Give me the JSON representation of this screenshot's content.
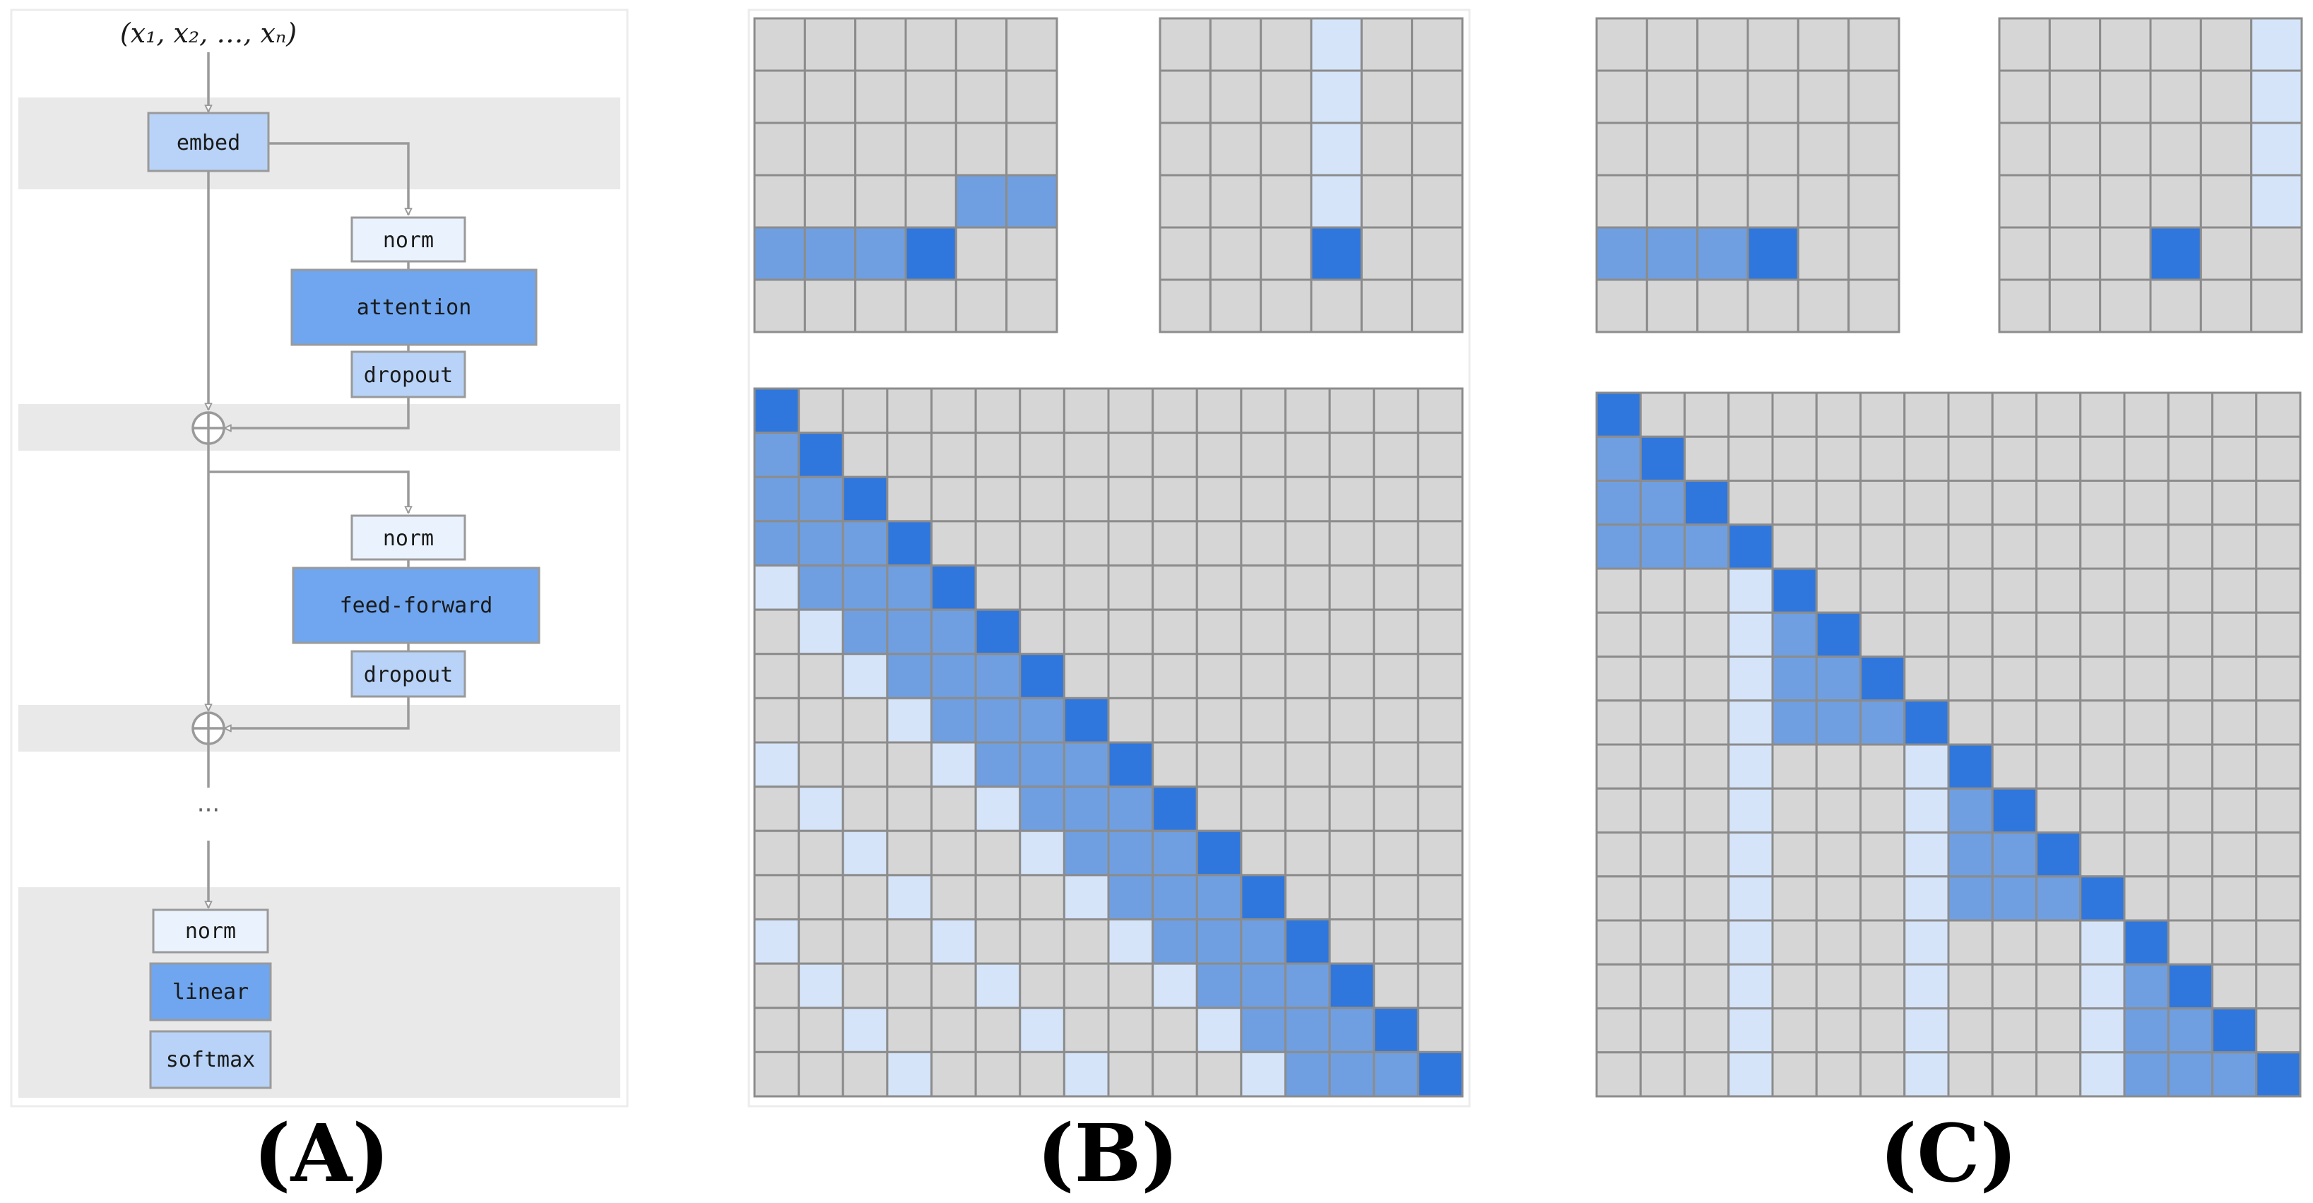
{
  "panel_a": {
    "input_label": "(x₁, x₂, …, xₙ)",
    "blocks": {
      "embed": "embed",
      "norm_1": "norm",
      "attention": "attention",
      "dropout_1": "dropout",
      "norm_2": "norm",
      "feed_forward": "feed-forward",
      "dropout_2": "dropout",
      "norm_3": "norm",
      "linear": "linear",
      "softmax": "softmax"
    },
    "ellipsis": "···"
  },
  "panel_labels": {
    "a": "(A)",
    "b": "(B)",
    "c": "(C)"
  },
  "legend_colors": {
    "masked": "#d6d6d6",
    "strided_light": "#d5e4f9",
    "local_attended": "#6f9fe0",
    "current_token": "#3077dd"
  },
  "matrices": {
    "b_small_row": [
      "000000",
      "000000",
      "000000",
      "000022",
      "222300",
      "000000"
    ],
    "b_small_col": [
      "000100",
      "000100",
      "000100",
      "000100",
      "000300",
      "000000"
    ],
    "c_small_row": [
      "000000",
      "000000",
      "000000",
      "000000",
      "222300",
      "000000"
    ],
    "c_small_col": [
      "000001",
      "000001",
      "000001",
      "000001",
      "000300",
      "000000"
    ],
    "b_large": [
      "3000000000000000",
      "2300000000000000",
      "2230000000000000",
      "2223000000000000",
      "1222300000000000",
      "0122230000000000",
      "0012223000000000",
      "0001222300000000",
      "1000122230000000",
      "0100012223000000",
      "0010001222300000",
      "0001000122230000",
      "1000100012223000",
      "0100010001222300",
      "0010001000122230",
      "0001000100012223"
    ],
    "c_large": [
      "3000000000000000",
      "2300000000000000",
      "2230000000000000",
      "2223000000000000",
      "0001300000000000",
      "0001230000000000",
      "0001223000000000",
      "0001222300000000",
      "0001000130000000",
      "0001000123000000",
      "0001000122300000",
      "0001000122230000",
      "0001000100013000",
      "0001000100012300",
      "0001000100012230",
      "0001000100012223"
    ]
  }
}
